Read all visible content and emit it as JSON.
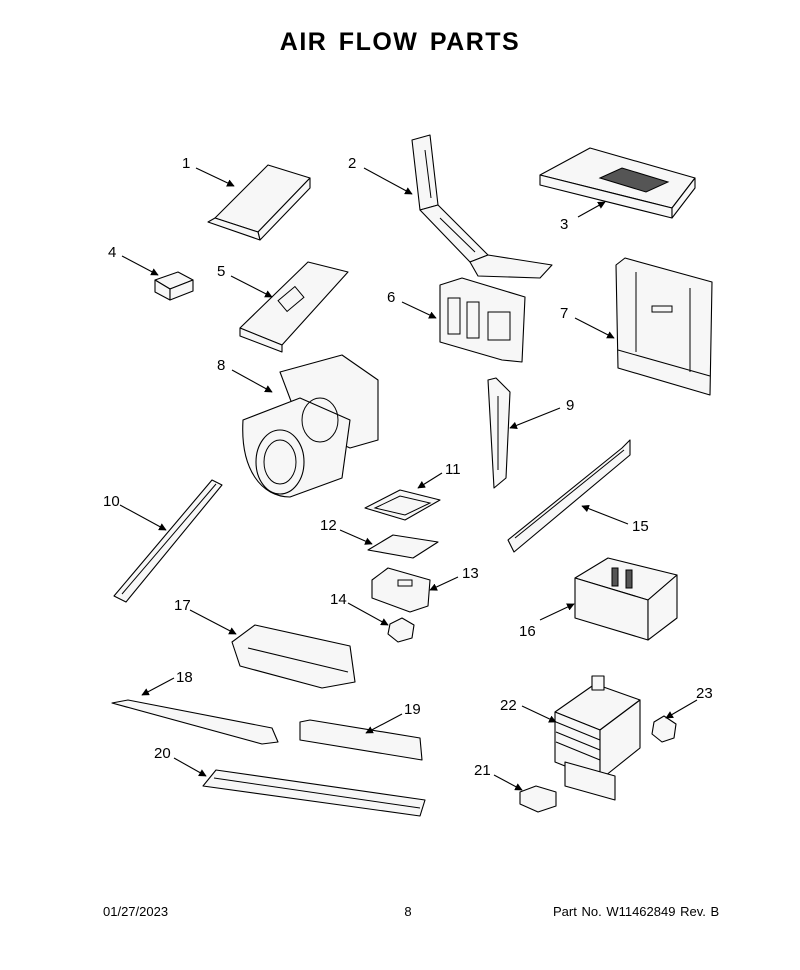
{
  "title": "AIR FLOW PARTS",
  "callouts": [
    "1",
    "2",
    "3",
    "4",
    "5",
    "6",
    "7",
    "8",
    "9",
    "10",
    "11",
    "12",
    "13",
    "14",
    "15",
    "16",
    "17",
    "18",
    "19",
    "20",
    "21",
    "22",
    "23"
  ],
  "footer": {
    "date": "01/27/2023",
    "page": "8",
    "part_label": "Part No.",
    "part_number": "W11462849",
    "rev_label": "Rev.",
    "rev_value": "B"
  }
}
